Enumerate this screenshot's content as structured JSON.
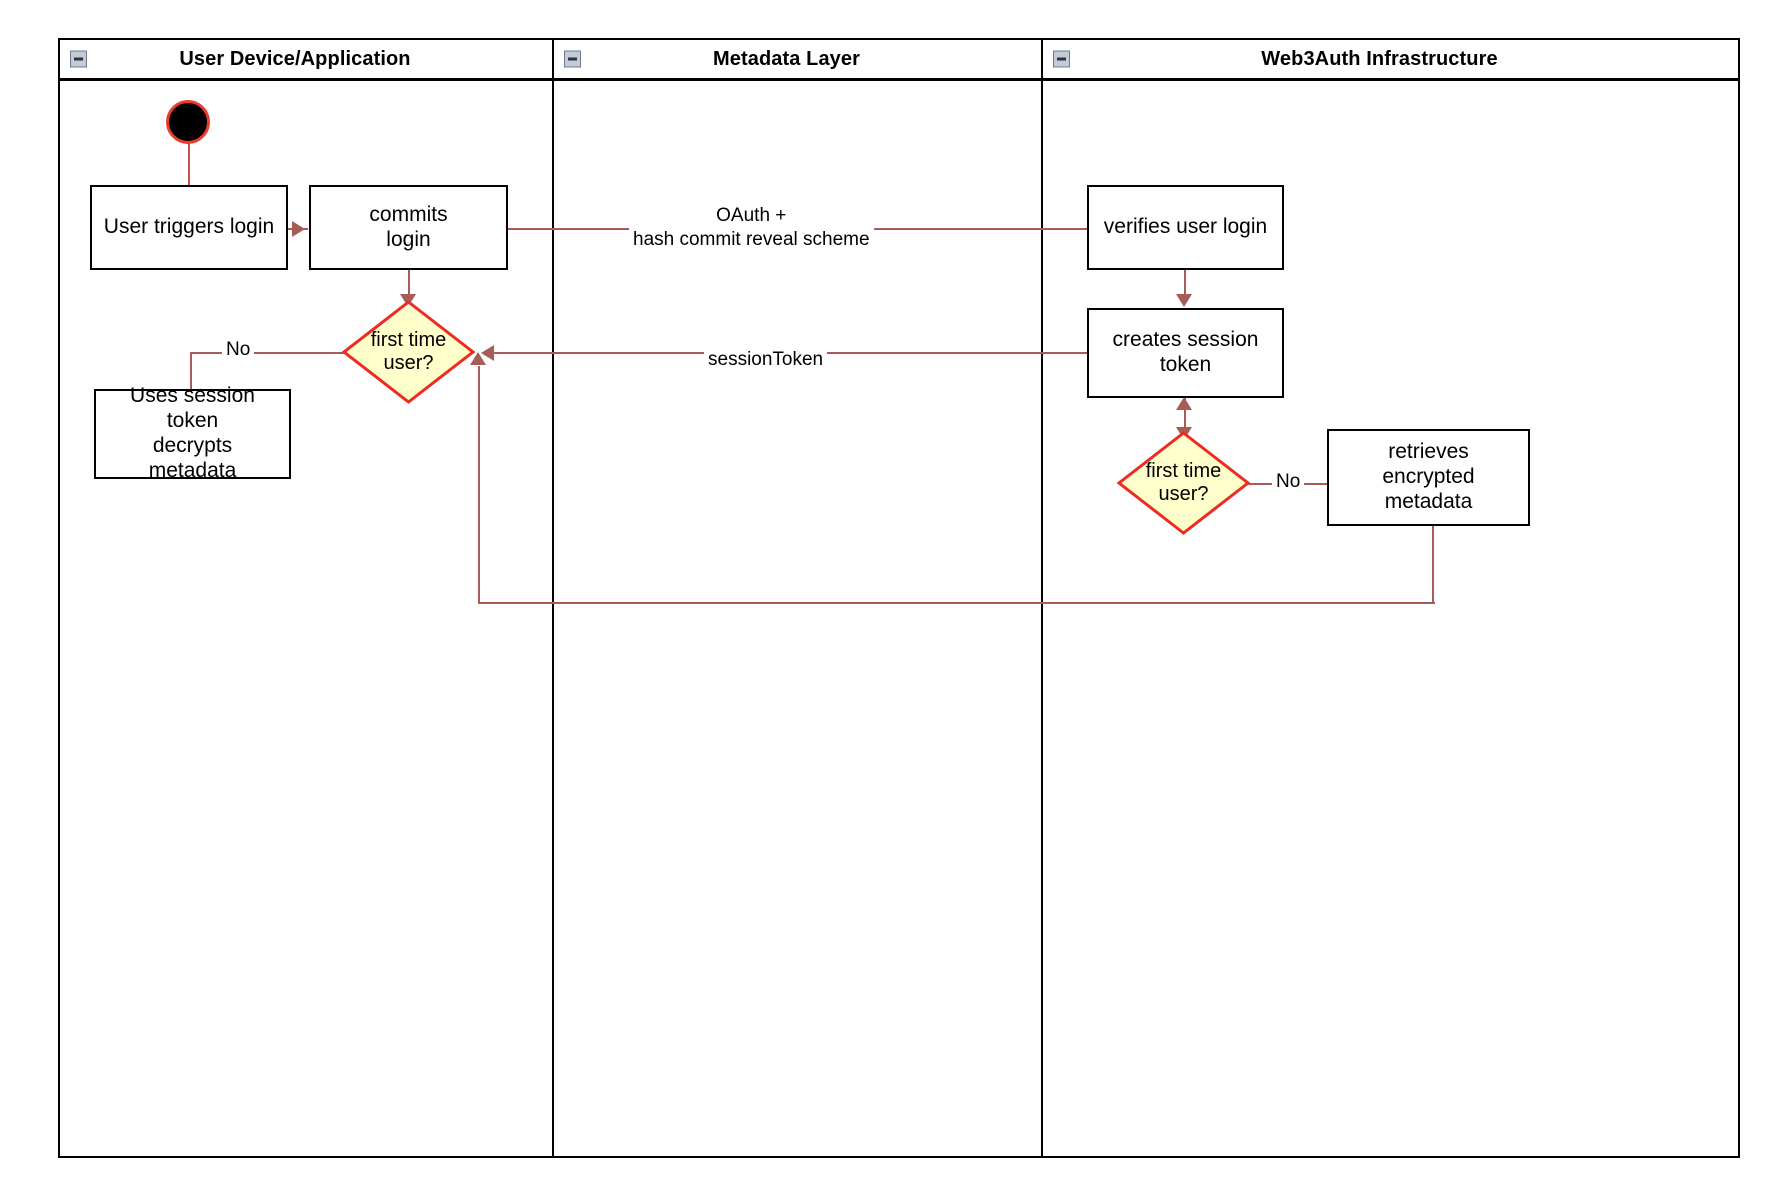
{
  "diagram": {
    "type": "uml-activity-swimlane",
    "title_present": false,
    "colors": {
      "connector": "#a85c58",
      "decision_border": "#ee2b20",
      "decision_fill": "#ffffcc",
      "start_ring": "#ef3b2c",
      "start_fill": "#000000",
      "node_border": "#000000",
      "lane_border": "#000000",
      "collapse_icon_fill": "#c3ccd6"
    }
  },
  "lanes": [
    {
      "id": "user-device",
      "title": "User Device/Application",
      "collapse_icon": "minus-box-icon"
    },
    {
      "id": "metadata-layer",
      "title": "Metadata Layer",
      "collapse_icon": "minus-box-icon"
    },
    {
      "id": "web3auth",
      "title": "Web3Auth Infrastructure",
      "collapse_icon": "minus-box-icon"
    }
  ],
  "nodes": {
    "start": {
      "kind": "initial-node",
      "label": ""
    },
    "user_triggers_login": {
      "kind": "activity",
      "label": "User triggers login"
    },
    "commits_login": {
      "kind": "activity",
      "line1": "commits",
      "line2": "login"
    },
    "first_time_user_left": {
      "kind": "decision",
      "line1": "first time",
      "line2": "user?"
    },
    "uses_session_token": {
      "kind": "activity",
      "line1": "Uses session",
      "line2": "token",
      "line3": "decrypts metadata"
    },
    "verifies_user_login": {
      "kind": "activity",
      "label": "verifies user login"
    },
    "creates_session_token": {
      "kind": "activity",
      "line1": "creates session",
      "line2": "token"
    },
    "first_time_user_right": {
      "kind": "decision",
      "line1": "first time",
      "line2": "user?"
    },
    "retrieves_encrypted_metadata": {
      "kind": "activity",
      "line1": "retrieves encrypted",
      "line2": "metadata"
    }
  },
  "edge_labels": {
    "oauth_line1": "OAuth +",
    "oauth_line2": "hash commit reveal scheme",
    "session_token": "sessionToken",
    "no_left": "No",
    "no_right": "No"
  }
}
